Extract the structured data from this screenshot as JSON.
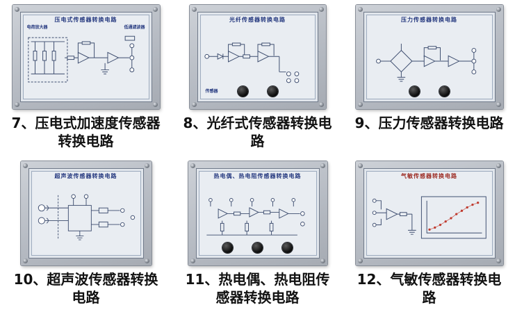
{
  "colors": {
    "background": "#ffffff",
    "panel_frame": "#b6bbc3",
    "panel_face": "#e9edf2",
    "schematic_line": "#3c4c6e",
    "panel_title_text": "#23377e",
    "gas_panel_title_text": "#9c2b23",
    "caption_text": "#121212",
    "knob": "#0a0a0a",
    "graph_dots": "#c03a2e"
  },
  "panels": [
    {
      "title": "压电式传感器转换电路",
      "caption": "7、压电式加速度传感器转换电路",
      "labels": [
        "电荷放大器",
        "低通滤波器"
      ]
    },
    {
      "title": "光纤传感器转换电路",
      "caption": "8、光纤式传感器转换电路",
      "labels": [
        "传感器"
      ]
    },
    {
      "title": "压力传感器转换电路",
      "caption": "9、压力传感器转换电路",
      "labels": []
    },
    {
      "title": "超声波传感器转换电路",
      "caption": "10、超声波传感器转换电路",
      "labels": []
    },
    {
      "title": "热电偶、热电阻传感器转换电路",
      "caption": "11、热电偶、热电阻传感器转换电路",
      "labels": []
    },
    {
      "title": "气敏传感器转换电路",
      "caption": "12、气敏传感器转换电路",
      "labels": []
    }
  ]
}
